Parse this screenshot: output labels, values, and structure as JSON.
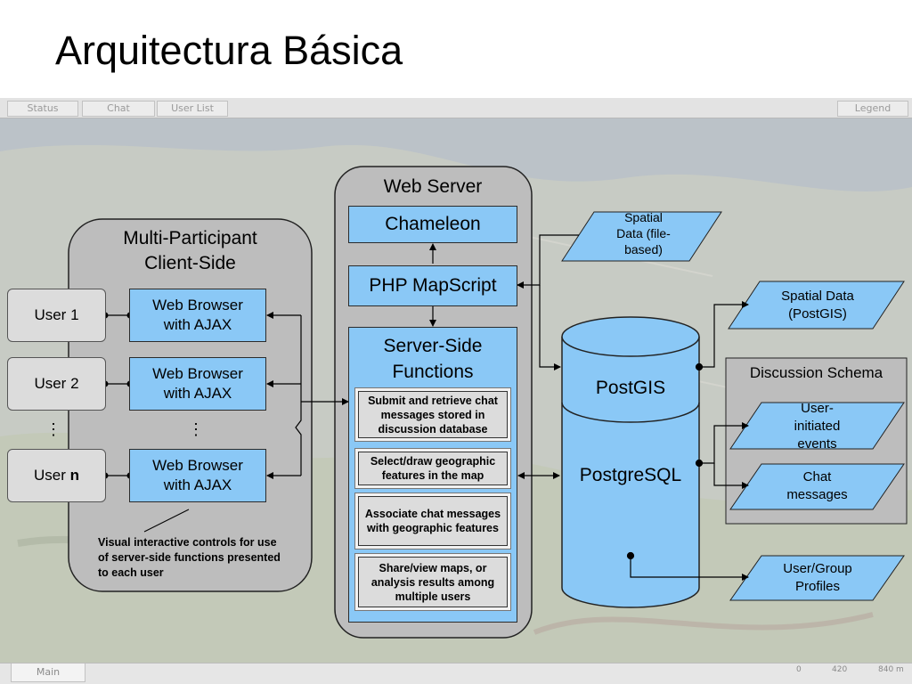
{
  "slide": {
    "title": "Arquitectura Básica"
  },
  "screenshot_ui": {
    "top_tabs": [
      "Status",
      "Chat",
      "User List"
    ],
    "legend_tab": "Legend",
    "bottom_tab": "Main",
    "scale_labels": [
      "0",
      "420",
      "840 m"
    ]
  },
  "client": {
    "title_line1": "Multi-Participant",
    "title_line2": "Client-Side",
    "users": [
      {
        "prefix": "User",
        "suffix": "1"
      },
      {
        "prefix": "User",
        "suffix": "2"
      },
      {
        "prefix": "User",
        "suffix": "n"
      }
    ],
    "ellipsis": "⋮",
    "browser_line1": "Web Browser",
    "browser_line2": "with AJAX",
    "note": "Visual interactive controls for use of server-side functions presented to each user"
  },
  "server": {
    "title": "Web Server",
    "chameleon": "Chameleon",
    "mapscript": "PHP MapScript",
    "functions_line1": "Server-Side",
    "functions_line2": "Functions",
    "functions": [
      "Submit and retrieve chat messages stored in discussion database",
      "Select/draw geographic features in the map",
      "Associate chat messages with geographic features",
      "Share/view maps, or analysis results among multiple users"
    ]
  },
  "database": {
    "top_label": "PostGIS",
    "bottom_label": "PostgreSQL"
  },
  "data_items": {
    "spatial_file_line1": "Spatial",
    "spatial_file_line2": "Data (file-",
    "spatial_file_line3": "based)",
    "spatial_postgis_line1": "Spatial Data",
    "spatial_postgis_line2": "(PostGIS)",
    "schema_title": "Discussion Schema",
    "user_events_line1": "User-",
    "user_events_line2": "initiated",
    "user_events_line3": "events",
    "chat_line1": "Chat",
    "chat_line2": "messages",
    "profiles_line1": "User/Group",
    "profiles_line2": "Profiles"
  },
  "colors": {
    "accent_blue": "#8ac8f6",
    "panel_gray": "#bdbdbd",
    "line": "#000000"
  }
}
